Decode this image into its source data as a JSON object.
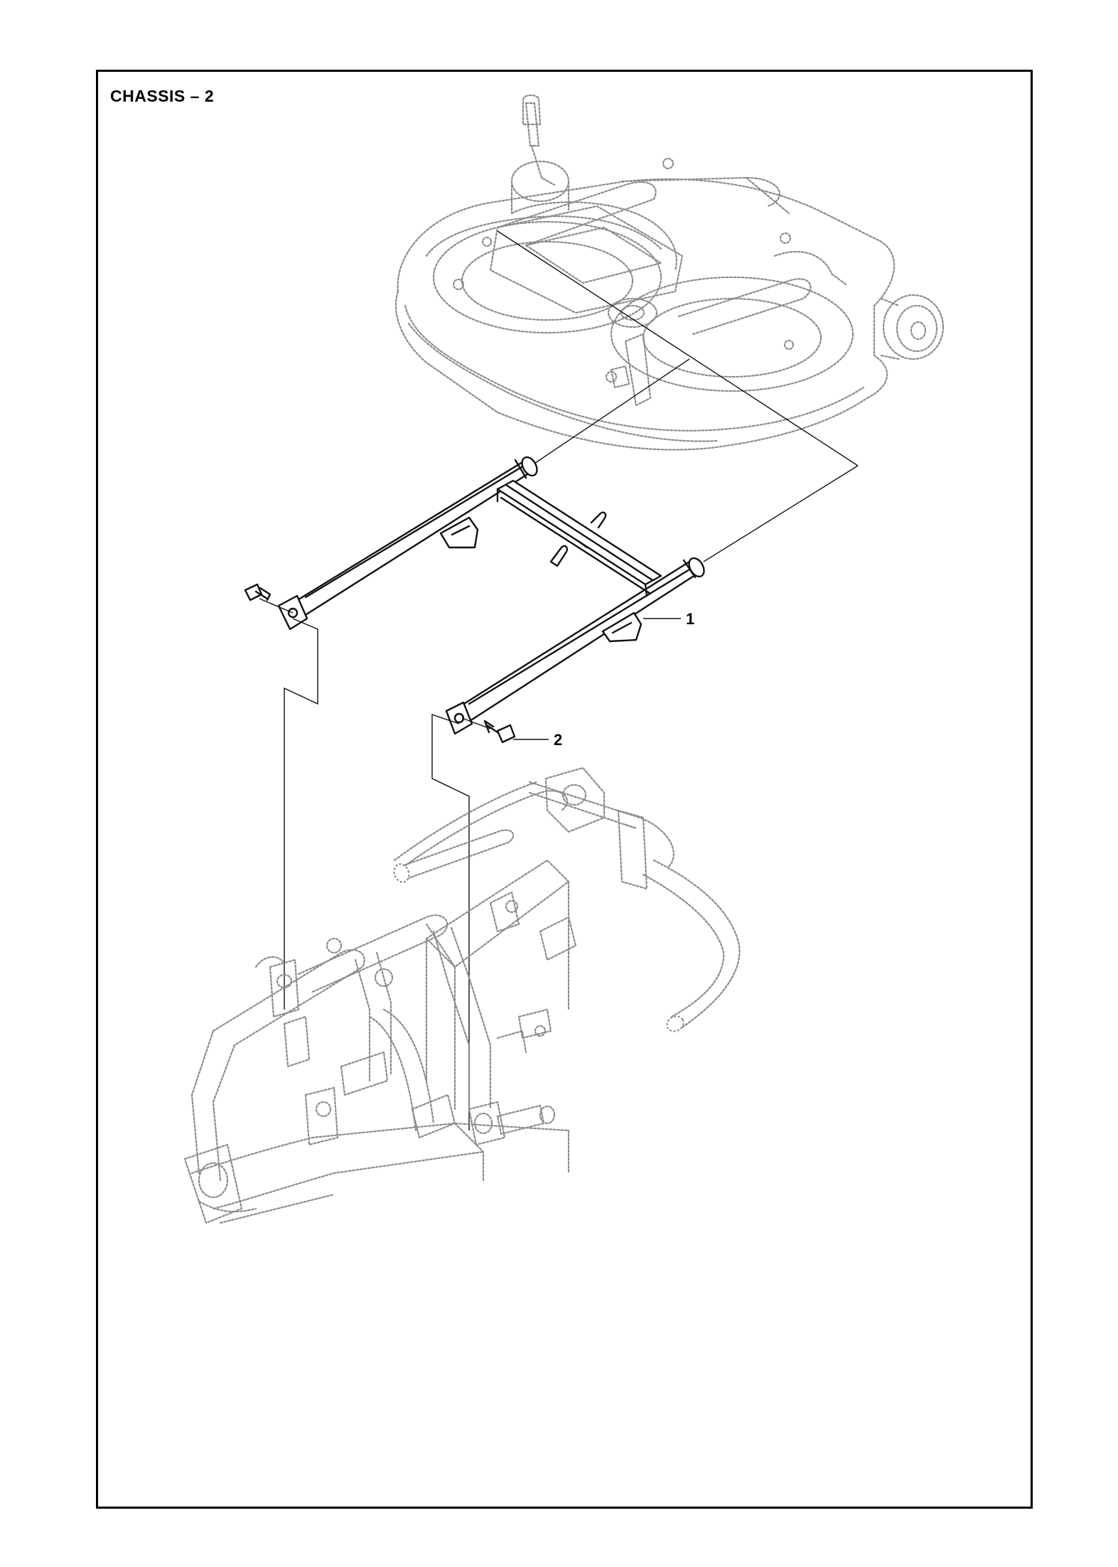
{
  "page": {
    "title": "CHASSIS – 2"
  },
  "callouts": [
    {
      "id": "1",
      "label": "1"
    },
    {
      "id": "2",
      "label": "2"
    }
  ],
  "colors": {
    "line": "#111111",
    "ghost_line": "#8c8c8c",
    "background": "#ffffff"
  }
}
